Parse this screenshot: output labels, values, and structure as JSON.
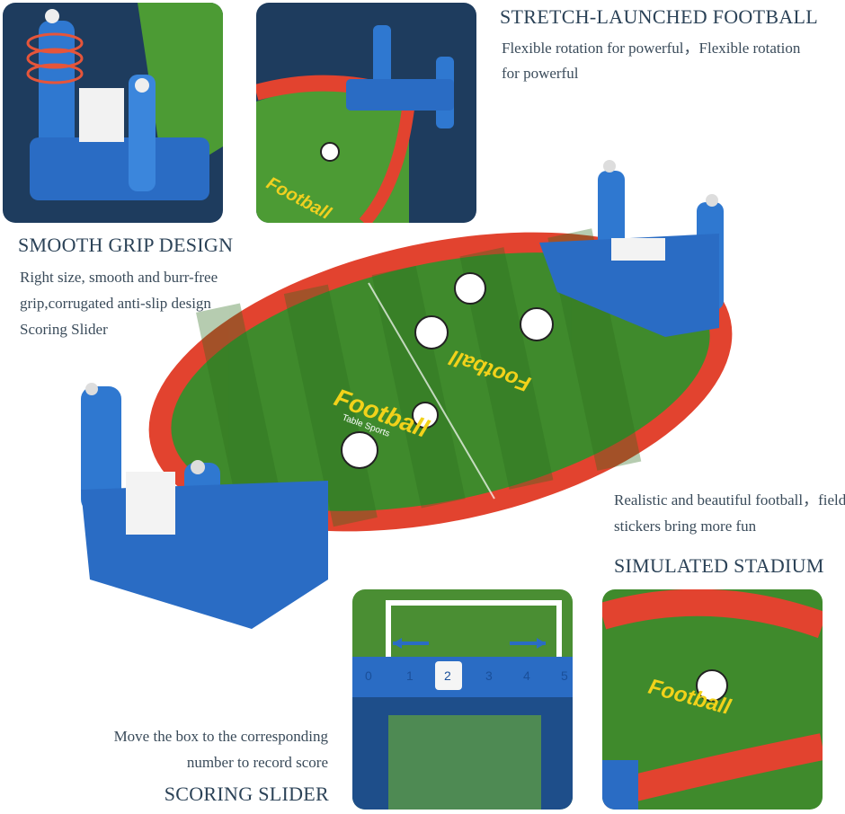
{
  "features": {
    "stretch": {
      "title": "STRETCH-LAUNCHED FOOTBALL",
      "lines": [
        "Flexible rotation for powerful，Flexible rotation",
        "for powerful"
      ]
    },
    "grip": {
      "title": "SMOOTH GRIP DESIGN",
      "lines": [
        "Right size, smooth and burr-free",
        "grip,corrugated anti-slip design",
        "Scoring Slider"
      ]
    },
    "stadium": {
      "title": "SIMULATED STADIUM",
      "lines": [
        "Realistic and beautiful football，field",
        "stickers bring more fun"
      ]
    },
    "slider": {
      "title": "SCORING SLIDER",
      "lines": [
        "Move the box to the corresponding",
        "number to record score"
      ]
    }
  },
  "logo": {
    "main": "Football",
    "sub": "Table Sports"
  },
  "score_scale": [
    "0",
    "1",
    "2",
    "3",
    "4",
    "5"
  ],
  "colors": {
    "navy": "#1e3c5e",
    "field": "#3f8a2c",
    "rail": "#e2432f",
    "blue": "#2f78d0",
    "text": "#2e4356"
  }
}
